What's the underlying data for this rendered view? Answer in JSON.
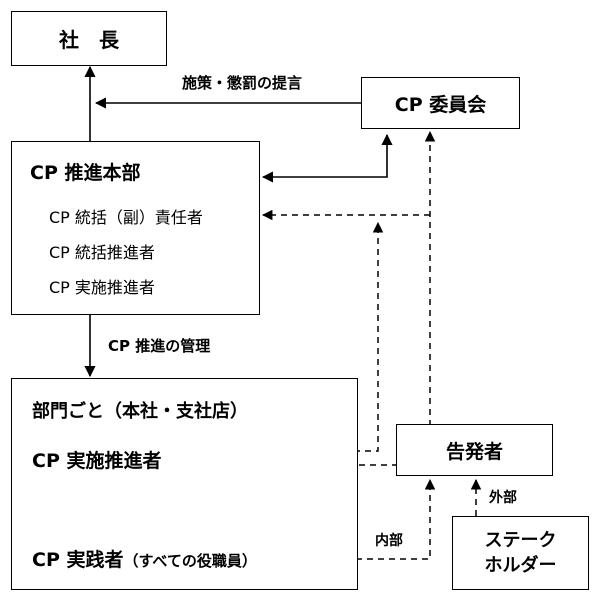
{
  "nodes": {
    "president": "社　長",
    "committee": "CP 委員会",
    "headquarters": {
      "title": "CP 推進本部",
      "roles": [
        "CP 統括（副）責任者",
        "CP 統括推進者",
        "CP 実施推進者"
      ]
    },
    "department": {
      "title": "部門ごと（本社・支社店）",
      "promoter": "CP 実施推進者",
      "practitioner": "CP 実践者",
      "practitioner_note": "（すべての役職員）"
    },
    "reporter": "告発者",
    "stakeholder": [
      "ステーク",
      "ホルダー"
    ]
  },
  "labels": {
    "proposal": "施策・懲罰の提言",
    "management": "CP 推進の管理",
    "internal": "内部",
    "external": "外部"
  }
}
